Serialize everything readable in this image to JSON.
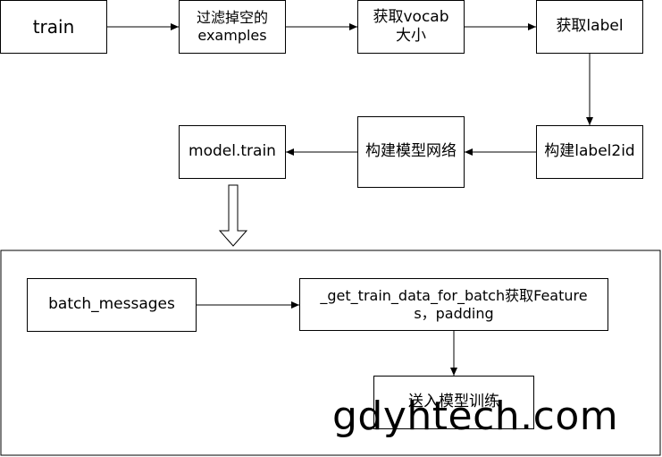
{
  "diagram": {
    "nodes": {
      "train": "train",
      "filter_examples": "过滤掉空的examples",
      "get_vocab": "获取vocab大小",
      "get_label": "获取label",
      "build_label2id": "构建label2id",
      "build_model": "构建模型网络",
      "model_train": "model.train",
      "batch_messages": "batch_messages",
      "get_train_data": "_get_train_data_for_batch获取Features，padding",
      "feed_model": "送入模型训练"
    },
    "edges": [
      [
        "train",
        "filter_examples"
      ],
      [
        "filter_examples",
        "get_vocab"
      ],
      [
        "get_vocab",
        "get_label"
      ],
      [
        "get_label",
        "build_label2id"
      ],
      [
        "build_label2id",
        "build_model"
      ],
      [
        "build_model",
        "model_train"
      ],
      [
        "batch_messages",
        "get_train_data"
      ],
      [
        "get_train_data",
        "feed_model"
      ]
    ]
  },
  "watermark": "gdyhtech.com"
}
